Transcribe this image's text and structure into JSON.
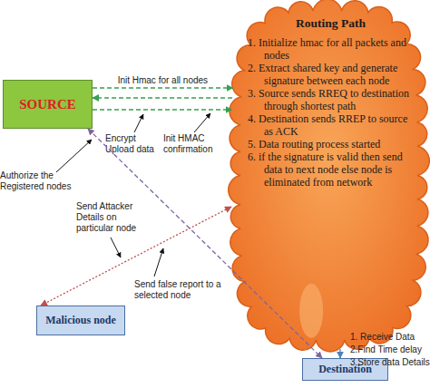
{
  "diagram": {
    "nodes": [
      {
        "text": [
          "SOURCE"
        ]
      },
      {
        "text": [
          "Routing Path",
          "1. Initialize hmac for all packets and nodes",
          "2. Extract shared key and generate signature between each node",
          "3. Source sends RREQ to destination through shortest path",
          "4. Destination sends RREP to source as ACK",
          "5. Data routing process started",
          "6. if the signature is valid then send data to next node else node is eliminated from network"
        ]
      },
      {
        "text": [
          "Malicious node"
        ]
      },
      {
        "text": [
          "Destination"
        ]
      }
    ],
    "edges": [
      {
        "from": 0,
        "to": 1,
        "arrow": "to",
        "label": "Init Hmac for all nodes"
      },
      {
        "from": 1,
        "to": 0,
        "arrow": "to"
      },
      {
        "from": 0,
        "to": 1,
        "arrow": "to"
      },
      {
        "from": 0,
        "to": 3,
        "arrow": "both"
      },
      {
        "from": 2,
        "to": 1,
        "arrow": "both"
      },
      {
        "from": 1,
        "to": 3,
        "arrow": "to"
      }
    ],
    "labels": [
      "Encrypt Upload data",
      "Init HMAC confirmation",
      "Authorize the Registered nodes",
      "Send Attacker Details on particular node",
      "Send false report to a selected node",
      "1. Receive Data",
      "2.Find Time delay",
      "3.Store data Details"
    ]
  }
}
